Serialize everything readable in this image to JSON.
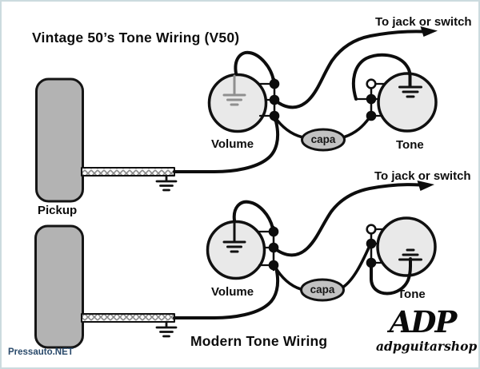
{
  "canvas": {
    "background": "#ffffff",
    "border_color": "#ccdbdf"
  },
  "vintage": {
    "title": "Vintage 50’s Tone Wiring (V50)",
    "jack_label": "To jack or switch",
    "pickup_label": "Pickup",
    "volume_label": "Volume",
    "tone_label": "Tone",
    "cap_label": "capa"
  },
  "modern": {
    "title": "Modern Tone Wiring",
    "jack_label": "To jack or switch",
    "volume_label": "Volume",
    "tone_label": "Tone",
    "cap_label": "capa"
  },
  "branding": {
    "logo": "ADP",
    "logo_subtitle": "adpguitarshop",
    "watermark": "Pressauto.NET"
  },
  "colors": {
    "wire": "#0d0d0d",
    "pot_fill": "#e9e9e9",
    "pickup_fill": "#b3b3b3",
    "capacitor_fill": "#c2c2c2",
    "ground_gray": "#8f8f8f",
    "watermark_color": "#2a4a6b"
  }
}
